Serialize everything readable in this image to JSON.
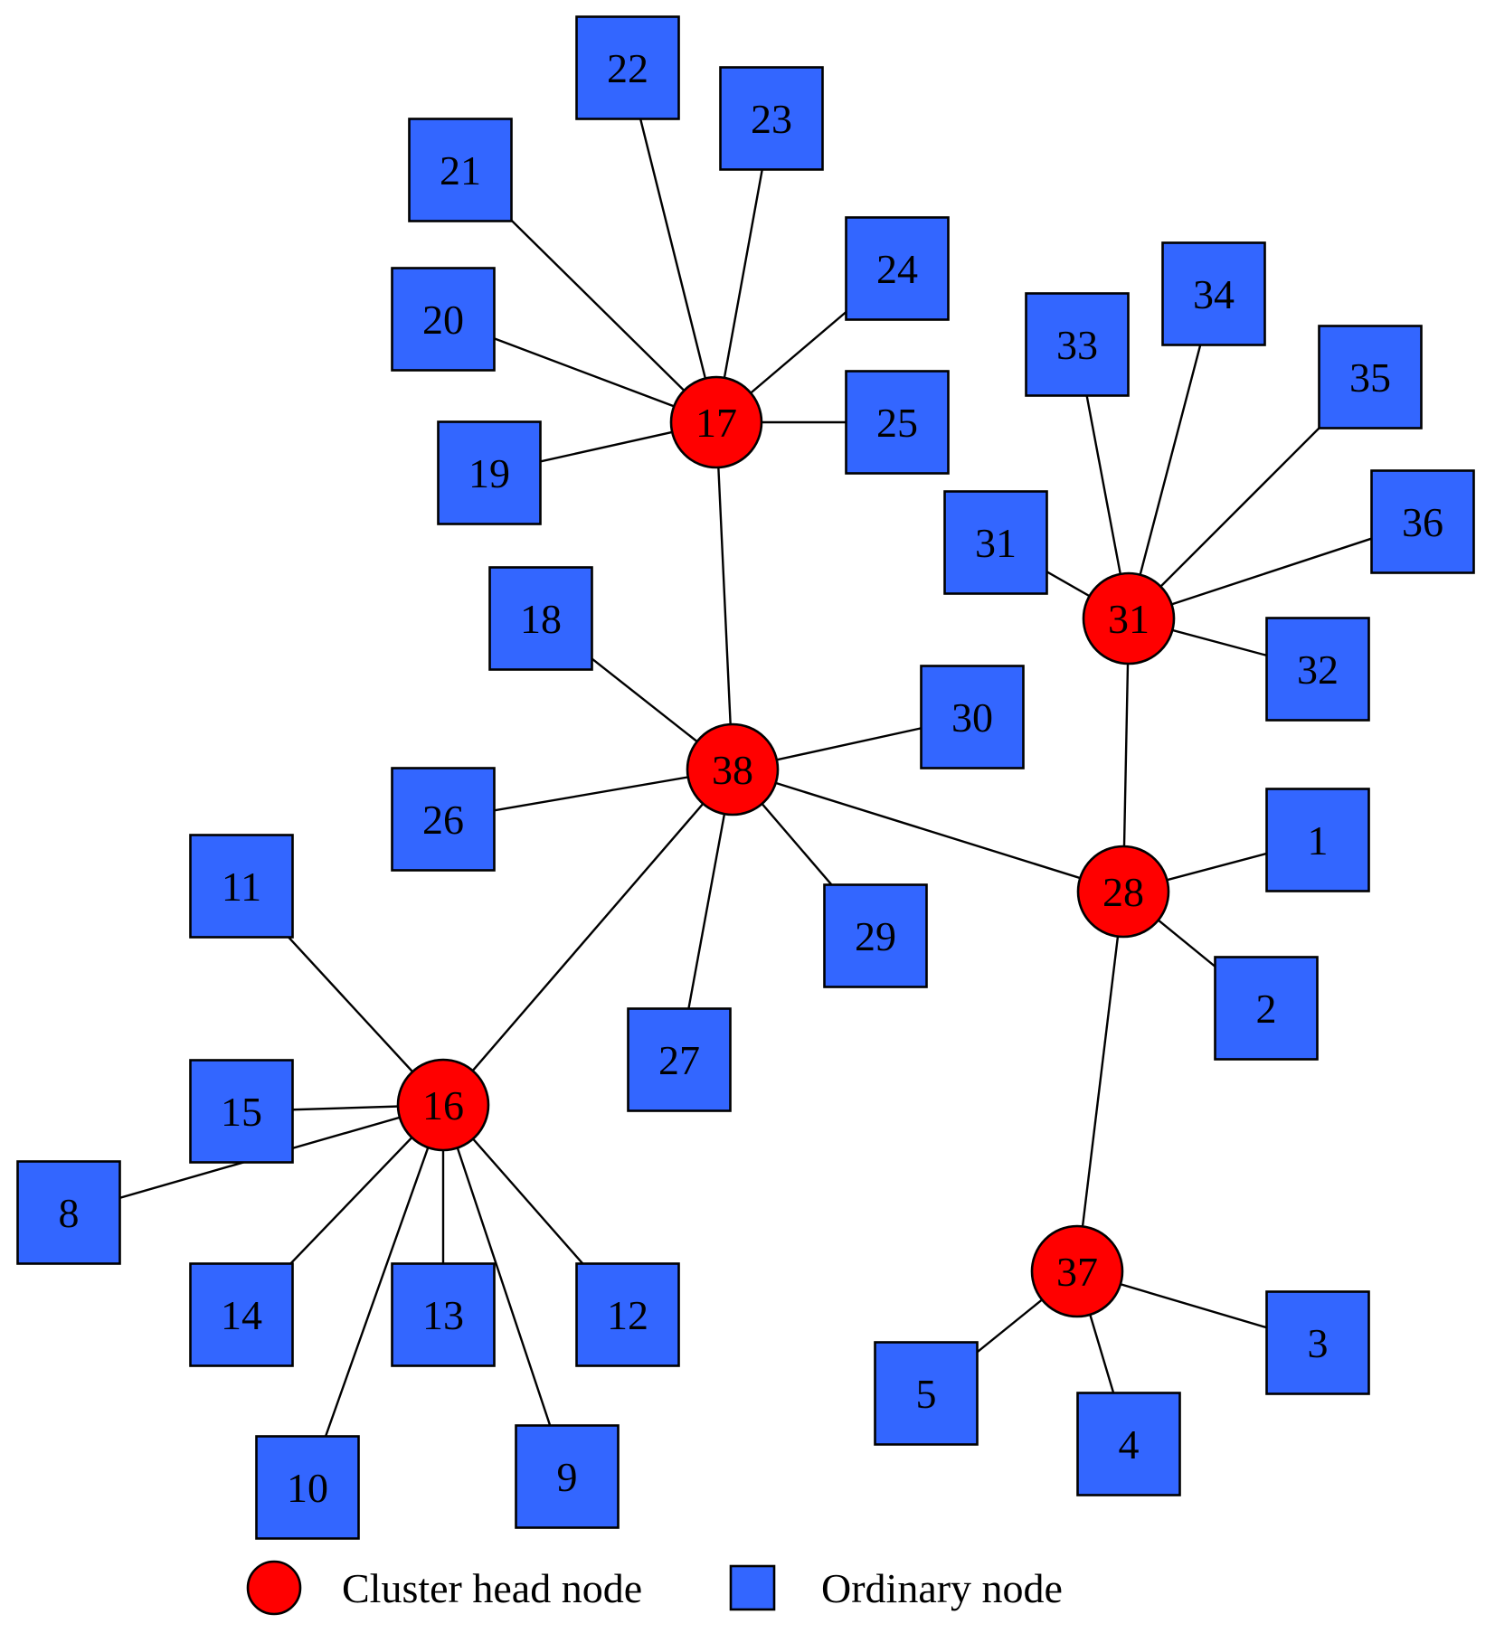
{
  "colors": {
    "cluster_head": "#ff0000",
    "ordinary": "#3366ff",
    "edge": "#000000"
  },
  "nodes": [
    {
      "id": "n-h17",
      "label": "17",
      "kind": "head"
    },
    {
      "id": "n-h38",
      "label": "38",
      "kind": "head"
    },
    {
      "id": "n-h31",
      "label": "31",
      "kind": "head"
    },
    {
      "id": "n-h28",
      "label": "28",
      "kind": "head"
    },
    {
      "id": "n-h16",
      "label": "16",
      "kind": "head"
    },
    {
      "id": "n-h37",
      "label": "37",
      "kind": "head"
    },
    {
      "id": "n-22",
      "label": "22",
      "kind": "ordinary"
    },
    {
      "id": "n-23",
      "label": "23",
      "kind": "ordinary"
    },
    {
      "id": "n-21",
      "label": "21",
      "kind": "ordinary"
    },
    {
      "id": "n-24",
      "label": "24",
      "kind": "ordinary"
    },
    {
      "id": "n-20",
      "label": "20",
      "kind": "ordinary"
    },
    {
      "id": "n-25",
      "label": "25",
      "kind": "ordinary"
    },
    {
      "id": "n-19",
      "label": "19",
      "kind": "ordinary"
    },
    {
      "id": "n-34",
      "label": "34",
      "kind": "ordinary"
    },
    {
      "id": "n-33",
      "label": "33",
      "kind": "ordinary"
    },
    {
      "id": "n-35",
      "label": "35",
      "kind": "ordinary"
    },
    {
      "id": "n-36",
      "label": "36",
      "kind": "ordinary"
    },
    {
      "id": "n-31b",
      "label": "31",
      "kind": "ordinary"
    },
    {
      "id": "n-32",
      "label": "32",
      "kind": "ordinary"
    },
    {
      "id": "n-18",
      "label": "18",
      "kind": "ordinary"
    },
    {
      "id": "n-30",
      "label": "30",
      "kind": "ordinary"
    },
    {
      "id": "n-26",
      "label": "26",
      "kind": "ordinary"
    },
    {
      "id": "n-29",
      "label": "29",
      "kind": "ordinary"
    },
    {
      "id": "n-27",
      "label": "27",
      "kind": "ordinary"
    },
    {
      "id": "n-1",
      "label": "1",
      "kind": "ordinary"
    },
    {
      "id": "n-2",
      "label": "2",
      "kind": "ordinary"
    },
    {
      "id": "n-11",
      "label": "11",
      "kind": "ordinary"
    },
    {
      "id": "n-15",
      "label": "15",
      "kind": "ordinary"
    },
    {
      "id": "n-8",
      "label": "8",
      "kind": "ordinary"
    },
    {
      "id": "n-14",
      "label": "14",
      "kind": "ordinary"
    },
    {
      "id": "n-13",
      "label": "13",
      "kind": "ordinary"
    },
    {
      "id": "n-12",
      "label": "12",
      "kind": "ordinary"
    },
    {
      "id": "n-10",
      "label": "10",
      "kind": "ordinary"
    },
    {
      "id": "n-9",
      "label": "9",
      "kind": "ordinary"
    },
    {
      "id": "n-3",
      "label": "3",
      "kind": "ordinary"
    },
    {
      "id": "n-5",
      "label": "5",
      "kind": "ordinary"
    },
    {
      "id": "n-4",
      "label": "4",
      "kind": "ordinary"
    }
  ],
  "edges": [
    [
      "n-h17",
      "n-22"
    ],
    [
      "n-h17",
      "n-23"
    ],
    [
      "n-h17",
      "n-21"
    ],
    [
      "n-h17",
      "n-24"
    ],
    [
      "n-h17",
      "n-20"
    ],
    [
      "n-h17",
      "n-25"
    ],
    [
      "n-h17",
      "n-19"
    ],
    [
      "n-h17",
      "n-h38"
    ],
    [
      "n-h31",
      "n-33"
    ],
    [
      "n-h31",
      "n-34"
    ],
    [
      "n-h31",
      "n-35"
    ],
    [
      "n-h31",
      "n-36"
    ],
    [
      "n-h31",
      "n-31b"
    ],
    [
      "n-h31",
      "n-32"
    ],
    [
      "n-h31",
      "n-h28"
    ],
    [
      "n-h38",
      "n-18"
    ],
    [
      "n-h38",
      "n-30"
    ],
    [
      "n-h38",
      "n-26"
    ],
    [
      "n-h38",
      "n-29"
    ],
    [
      "n-h38",
      "n-27"
    ],
    [
      "n-h38",
      "n-h28"
    ],
    [
      "n-h38",
      "n-h16"
    ],
    [
      "n-h28",
      "n-1"
    ],
    [
      "n-h28",
      "n-2"
    ],
    [
      "n-h28",
      "n-h37"
    ],
    [
      "n-h16",
      "n-11"
    ],
    [
      "n-h16",
      "n-15"
    ],
    [
      "n-h16",
      "n-8"
    ],
    [
      "n-h16",
      "n-14"
    ],
    [
      "n-h16",
      "n-13"
    ],
    [
      "n-h16",
      "n-12"
    ],
    [
      "n-h16",
      "n-10"
    ],
    [
      "n-h16",
      "n-9"
    ],
    [
      "n-h37",
      "n-3"
    ],
    [
      "n-h37",
      "n-5"
    ],
    [
      "n-h37",
      "n-4"
    ]
  ],
  "legend": {
    "cluster_head_label": "Cluster head node",
    "ordinary_label": "Ordinary node"
  }
}
